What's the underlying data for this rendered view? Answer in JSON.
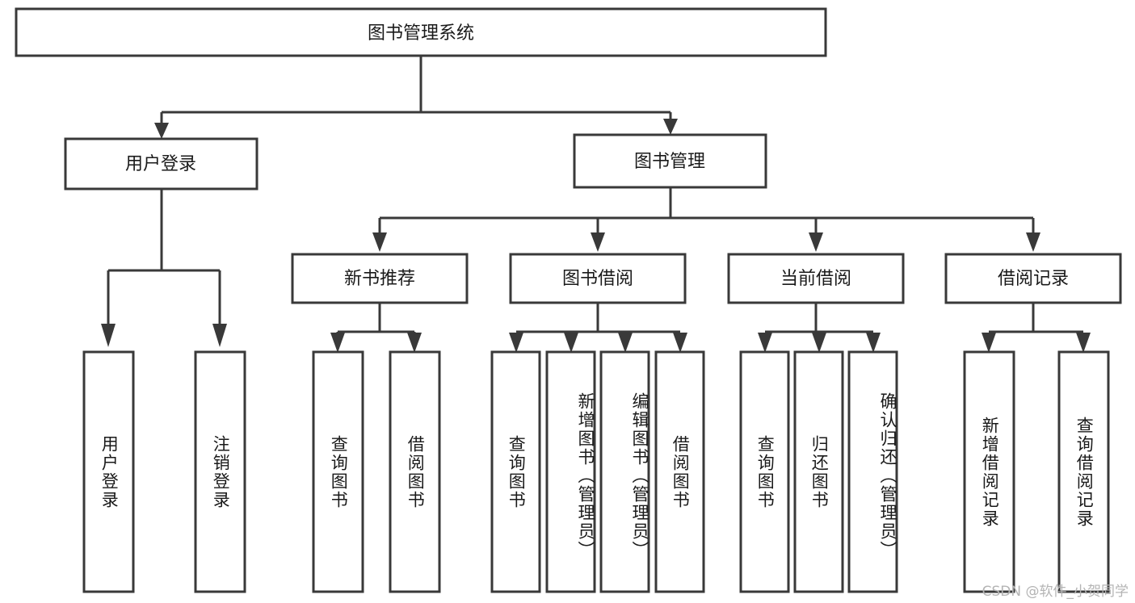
{
  "diagram": {
    "type": "tree-hierarchy",
    "title_node": {
      "id": "root",
      "label": "图书管理系统"
    },
    "level1": [
      {
        "id": "user-login",
        "label": "用户登录"
      },
      {
        "id": "book-manage",
        "label": "图书管理"
      }
    ],
    "level2": [
      {
        "id": "new-book-rec",
        "label": "新书推荐",
        "parent": "book-manage"
      },
      {
        "id": "book-borrow",
        "label": "图书借阅",
        "parent": "book-manage"
      },
      {
        "id": "current-borrow",
        "label": "当前借阅",
        "parent": "book-manage"
      },
      {
        "id": "borrow-record",
        "label": "借阅记录",
        "parent": "book-manage"
      }
    ],
    "leaves": [
      {
        "id": "leaf-user-login",
        "label": "用户登录",
        "parent": "user-login"
      },
      {
        "id": "leaf-logout",
        "label": "注销登录",
        "parent": "user-login"
      },
      {
        "id": "leaf-query-book-1",
        "label": "查询图书",
        "parent": "new-book-rec"
      },
      {
        "id": "leaf-borrow-book-1",
        "label": "借阅图书",
        "parent": "new-book-rec"
      },
      {
        "id": "leaf-query-book-2",
        "label": "查询图书",
        "parent": "book-borrow"
      },
      {
        "id": "leaf-add-book",
        "label": "新增图书（管理员）",
        "parent": "book-borrow"
      },
      {
        "id": "leaf-edit-book",
        "label": "编辑图书（管理员）",
        "parent": "book-borrow"
      },
      {
        "id": "leaf-borrow-book-2",
        "label": "借阅图书",
        "parent": "book-borrow"
      },
      {
        "id": "leaf-query-book-3",
        "label": "查询图书",
        "parent": "current-borrow"
      },
      {
        "id": "leaf-return-book",
        "label": "归还图书",
        "parent": "current-borrow"
      },
      {
        "id": "leaf-confirm-return",
        "label": "确认归还（管理员）",
        "parent": "current-borrow"
      },
      {
        "id": "leaf-add-record",
        "label": "新增借阅记录",
        "parent": "borrow-record"
      },
      {
        "id": "leaf-query-record",
        "label": "查询借阅记录",
        "parent": "borrow-record"
      }
    ]
  },
  "watermark": {
    "text": "CSDN @软件_小贺同学"
  },
  "colors": {
    "stroke": "#393939",
    "box_fill": "#ffffff",
    "text": "#1a1a1a",
    "watermark": "#b4b4b4",
    "background": "#ffffff"
  }
}
